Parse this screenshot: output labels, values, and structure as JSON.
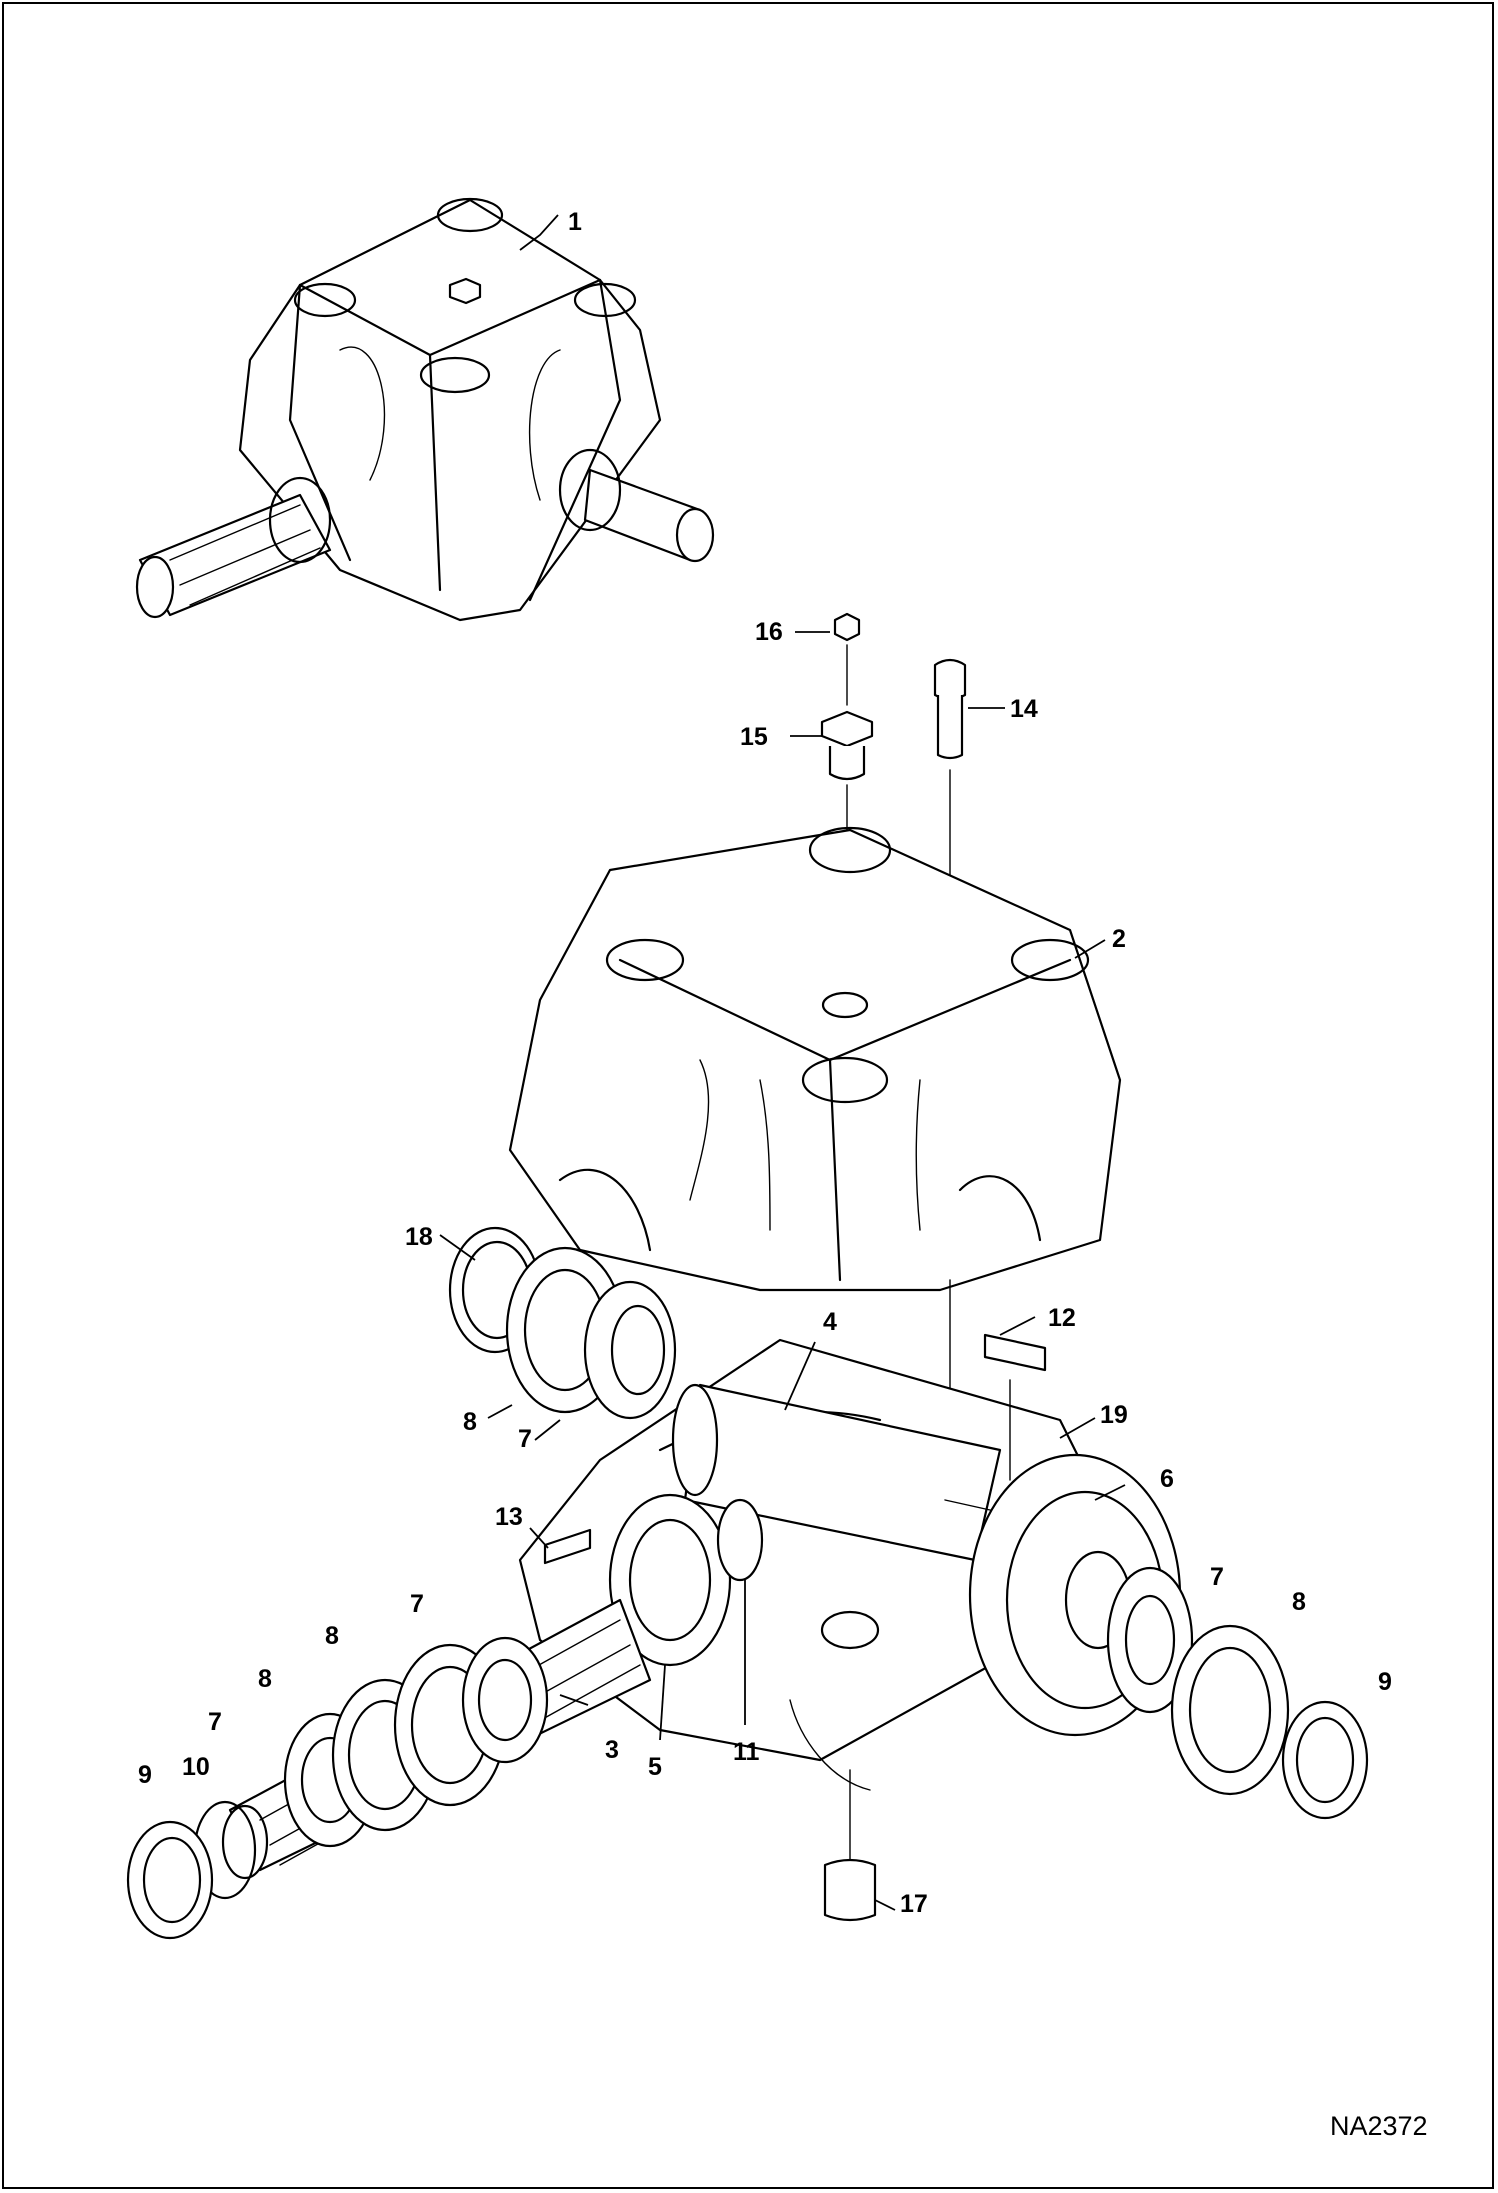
{
  "diagram": {
    "figure_code": "NA2372",
    "callouts": {
      "c1": "1",
      "c2": "2",
      "c3": "3",
      "c4": "4",
      "c5": "5",
      "c6": "6",
      "c7a": "7",
      "c7b": "7",
      "c7c": "7",
      "c7d": "7",
      "c8a": "8",
      "c8b": "8",
      "c8c": "8",
      "c8d": "8",
      "c9a": "9",
      "c9b": "9",
      "c10": "10",
      "c11": "11",
      "c12": "12",
      "c13": "13",
      "c14": "14",
      "c15": "15",
      "c16": "16",
      "c17": "17",
      "c18": "18",
      "c19": "19"
    }
  }
}
